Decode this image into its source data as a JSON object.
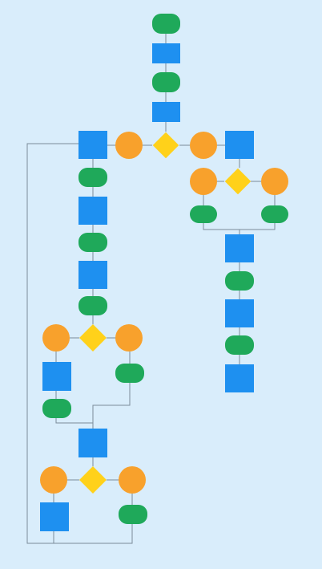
{
  "diagram": {
    "title": "",
    "colors": {
      "background": "#d9edfb",
      "process": "#1e90f0",
      "terminal": "#1fa95a",
      "circle": "#f8a12c",
      "decision": "#ffd11a",
      "connector": "#7a8b99"
    },
    "nodes": [
      {
        "id": "n01",
        "type": "terminal",
        "text": ""
      },
      {
        "id": "n02",
        "type": "process",
        "text": ""
      },
      {
        "id": "n03",
        "type": "terminal",
        "text": ""
      },
      {
        "id": "n04",
        "type": "process",
        "text": ""
      },
      {
        "id": "n05",
        "type": "decision",
        "text": ""
      },
      {
        "id": "n06",
        "type": "circle",
        "text": ""
      },
      {
        "id": "n07",
        "type": "circle",
        "text": ""
      },
      {
        "id": "n08",
        "type": "process",
        "text": ""
      },
      {
        "id": "n09",
        "type": "process",
        "text": ""
      },
      {
        "id": "n10",
        "type": "terminal",
        "text": ""
      },
      {
        "id": "n11",
        "type": "process",
        "text": ""
      },
      {
        "id": "n12",
        "type": "terminal",
        "text": ""
      },
      {
        "id": "n13",
        "type": "process",
        "text": ""
      },
      {
        "id": "n14",
        "type": "terminal",
        "text": ""
      },
      {
        "id": "n15",
        "type": "decision",
        "text": ""
      },
      {
        "id": "n16",
        "type": "circle",
        "text": ""
      },
      {
        "id": "n17",
        "type": "circle",
        "text": ""
      },
      {
        "id": "n18",
        "type": "process",
        "text": ""
      },
      {
        "id": "n19",
        "type": "terminal",
        "text": ""
      },
      {
        "id": "n20",
        "type": "terminal",
        "text": ""
      },
      {
        "id": "n21",
        "type": "process",
        "text": ""
      },
      {
        "id": "n22",
        "type": "decision",
        "text": ""
      },
      {
        "id": "n23",
        "type": "circle",
        "text": ""
      },
      {
        "id": "n24",
        "type": "circle",
        "text": ""
      },
      {
        "id": "n25",
        "type": "process",
        "text": ""
      },
      {
        "id": "n26",
        "type": "terminal",
        "text": ""
      },
      {
        "id": "n27",
        "type": "decision",
        "text": ""
      },
      {
        "id": "n28",
        "type": "circle",
        "text": ""
      },
      {
        "id": "n29",
        "type": "circle",
        "text": ""
      },
      {
        "id": "n30",
        "type": "terminal",
        "text": ""
      },
      {
        "id": "n31",
        "type": "terminal",
        "text": ""
      },
      {
        "id": "n32",
        "type": "process",
        "text": ""
      },
      {
        "id": "n33",
        "type": "terminal",
        "text": ""
      },
      {
        "id": "n34",
        "type": "process",
        "text": ""
      },
      {
        "id": "n35",
        "type": "terminal",
        "text": ""
      },
      {
        "id": "n36",
        "type": "process",
        "text": ""
      }
    ]
  }
}
